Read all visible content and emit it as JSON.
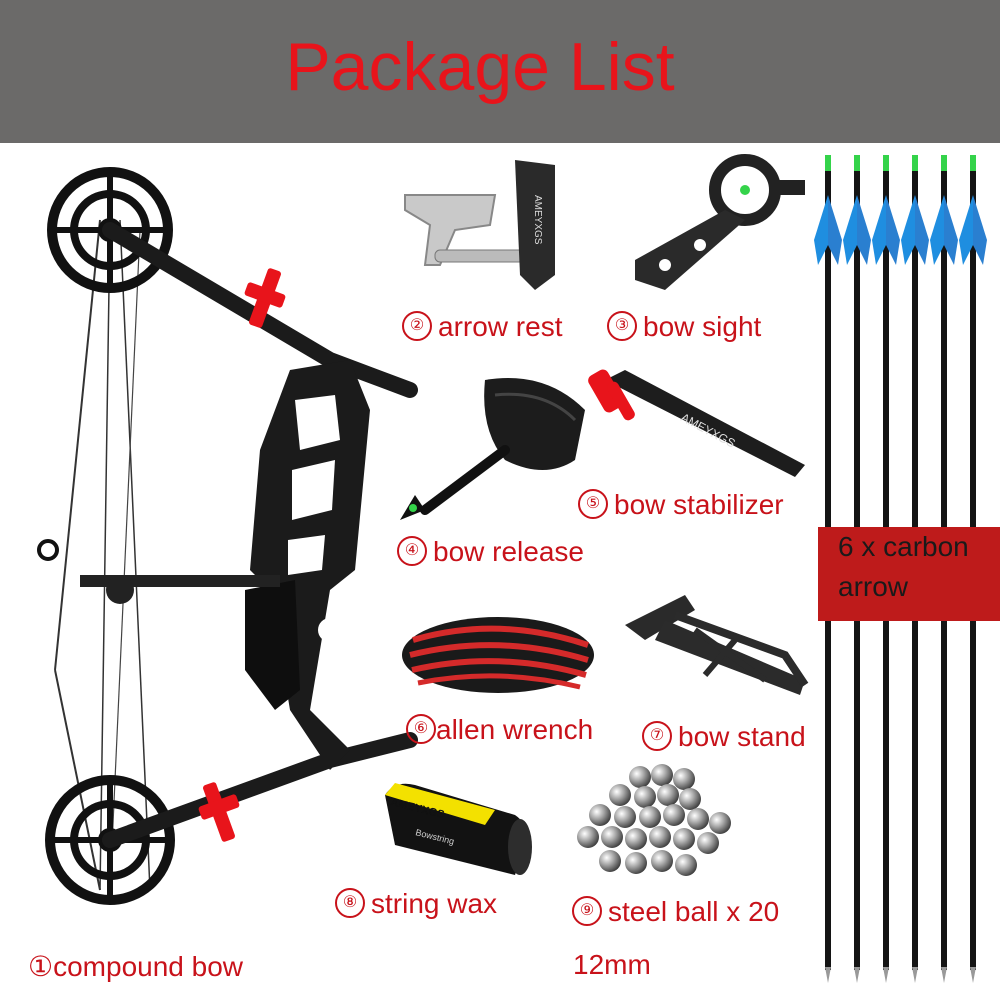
{
  "title": "Package List",
  "colors": {
    "banner": "#6b6a69",
    "title": "#e8141b",
    "label": "#c8121a",
    "arrow_box": "#be1b1b",
    "fletching": "#1f8ee0",
    "nock": "#34d34a"
  },
  "items": [
    {
      "num": "①",
      "text": "compound bow"
    },
    {
      "num": "②",
      "text": "arrow rest"
    },
    {
      "num": "③",
      "text": "bow sight"
    },
    {
      "num": "④",
      "text": "bow release"
    },
    {
      "num": "⑤",
      "text": "bow stabilizer"
    },
    {
      "num": "⑥",
      "text": "allen wrench"
    },
    {
      "num": "⑦",
      "text": "bow stand"
    },
    {
      "num": "⑧",
      "text": "string wax"
    },
    {
      "num": "⑨",
      "text": "steel ball x 20"
    }
  ],
  "steel_ball_size": "12mm",
  "arrows": {
    "line1": "6 x carbon",
    "line2": "arrow",
    "count": 6
  },
  "brand_text": "AMEYXGS",
  "wax_text": "Bowstring"
}
